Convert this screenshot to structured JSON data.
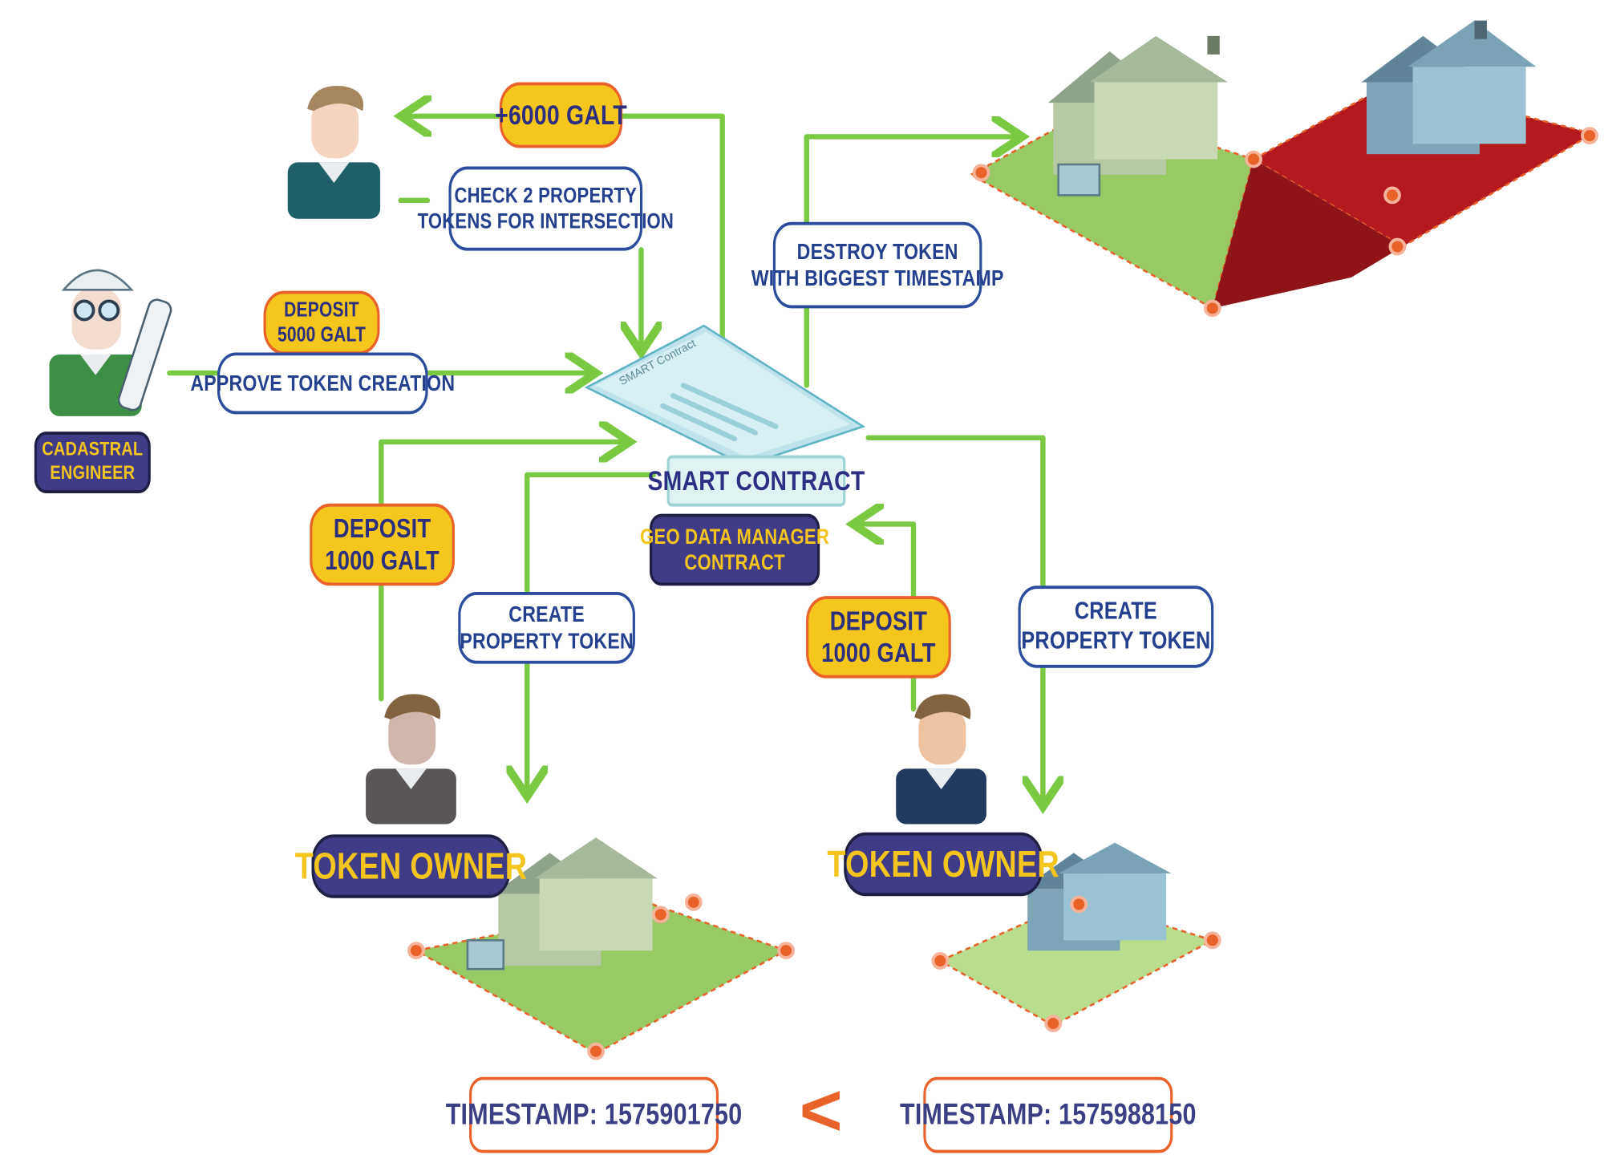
{
  "labels": {
    "reward": "+6000 GALT",
    "check_line1": "CHECK 2 PROPERTY",
    "check_line2": "TOKENS FOR INTERSECTION",
    "destroy_line1": "DESTROY TOKEN",
    "destroy_line2": "WITH BIGGEST TIMESTAMP",
    "deposit_engineer_line1": "DEPOSIT",
    "deposit_engineer_line2": "5000 GALT",
    "approve": "APPROVE TOKEN CREATION",
    "engineer_line1": "CADASTRAL",
    "engineer_line2": "ENGINEER",
    "smart_contract": "SMART CONTRACT",
    "doc_title": "SMART Contract",
    "geo_line1": "GEO DATA MANAGER",
    "geo_line2": "CONTRACT",
    "deposit_left_line1": "DEPOSIT",
    "deposit_left_line2": "1000 GALT",
    "create_left_line1": "CREATE",
    "create_left_line2": "PROPERTY TOKEN",
    "deposit_right_line1": "DEPOSIT",
    "deposit_right_line2": "1000 GALT",
    "create_right_line1": "CREATE",
    "create_right_line2": "PROPERTY TOKEN",
    "owner_left": "TOKEN OWNER",
    "owner_right": "TOKEN OWNER",
    "timestamp_left": "TIMESTAMP: 1575901750",
    "comparator": "<",
    "timestamp_right": "TIMESTAMP: 1575988150"
  },
  "icons": {
    "validator": "person-icon",
    "engineer": "engineer-icon",
    "owner_left": "person-icon",
    "owner_right": "person-icon",
    "contract": "document-icon",
    "parcels": "house-parcel-icon"
  },
  "colors": {
    "arrow": "#7ac943",
    "action_border": "#2c4d9d",
    "deposit_fill": "#f5c61d",
    "deposit_border": "#e8622a",
    "role_fill": "#3f3b86",
    "role_text": "#f3c51e",
    "parcel_green": "#98c965",
    "parcel_red": "#b4191e",
    "boundary": "#e8622a"
  }
}
